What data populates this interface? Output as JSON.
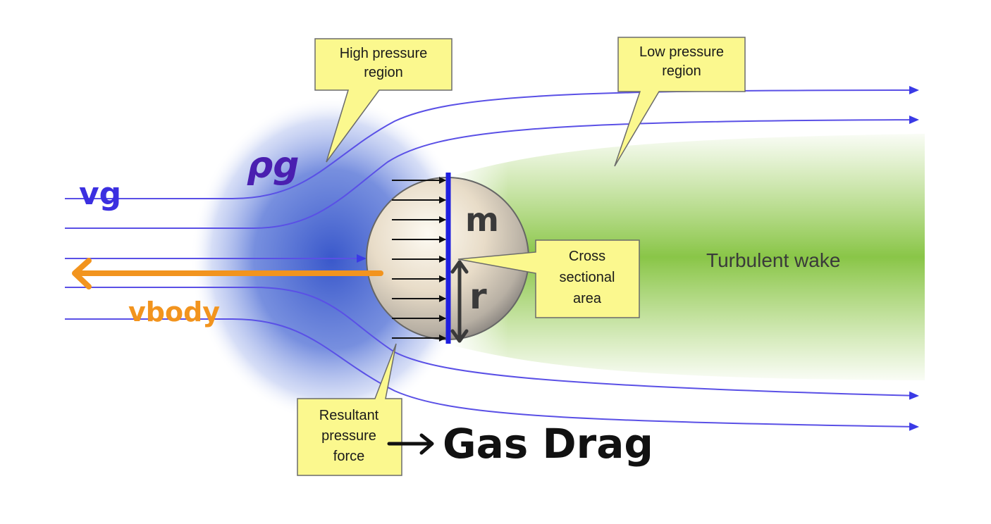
{
  "callouts": {
    "high_pressure": {
      "line1": "High pressure",
      "line2": "region"
    },
    "low_pressure": {
      "line1": "Low pressure",
      "line2": "region"
    },
    "cross_section": {
      "line1": "Cross",
      "line2": "sectional",
      "line3": "area"
    },
    "resultant": {
      "line1": "Resultant",
      "line2": "pressure",
      "line3": "force"
    }
  },
  "wake_label": "Turbulent wake",
  "annotations": {
    "v_gas": "vg",
    "rho_gas": "ρg",
    "v_body": "vbody",
    "mass": "m",
    "radius": "r",
    "gas_drag": "Gas Drag"
  },
  "colors": {
    "streamline": "#5a50e6",
    "body_velocity": "#f2941e",
    "high_pressure_glow": "#3f5fd0",
    "wake": "#8cc63f",
    "callout_fill": "#fbf88e",
    "handwriting_blue": "#3b2fe0",
    "handwriting_orange": "#f2941e"
  }
}
